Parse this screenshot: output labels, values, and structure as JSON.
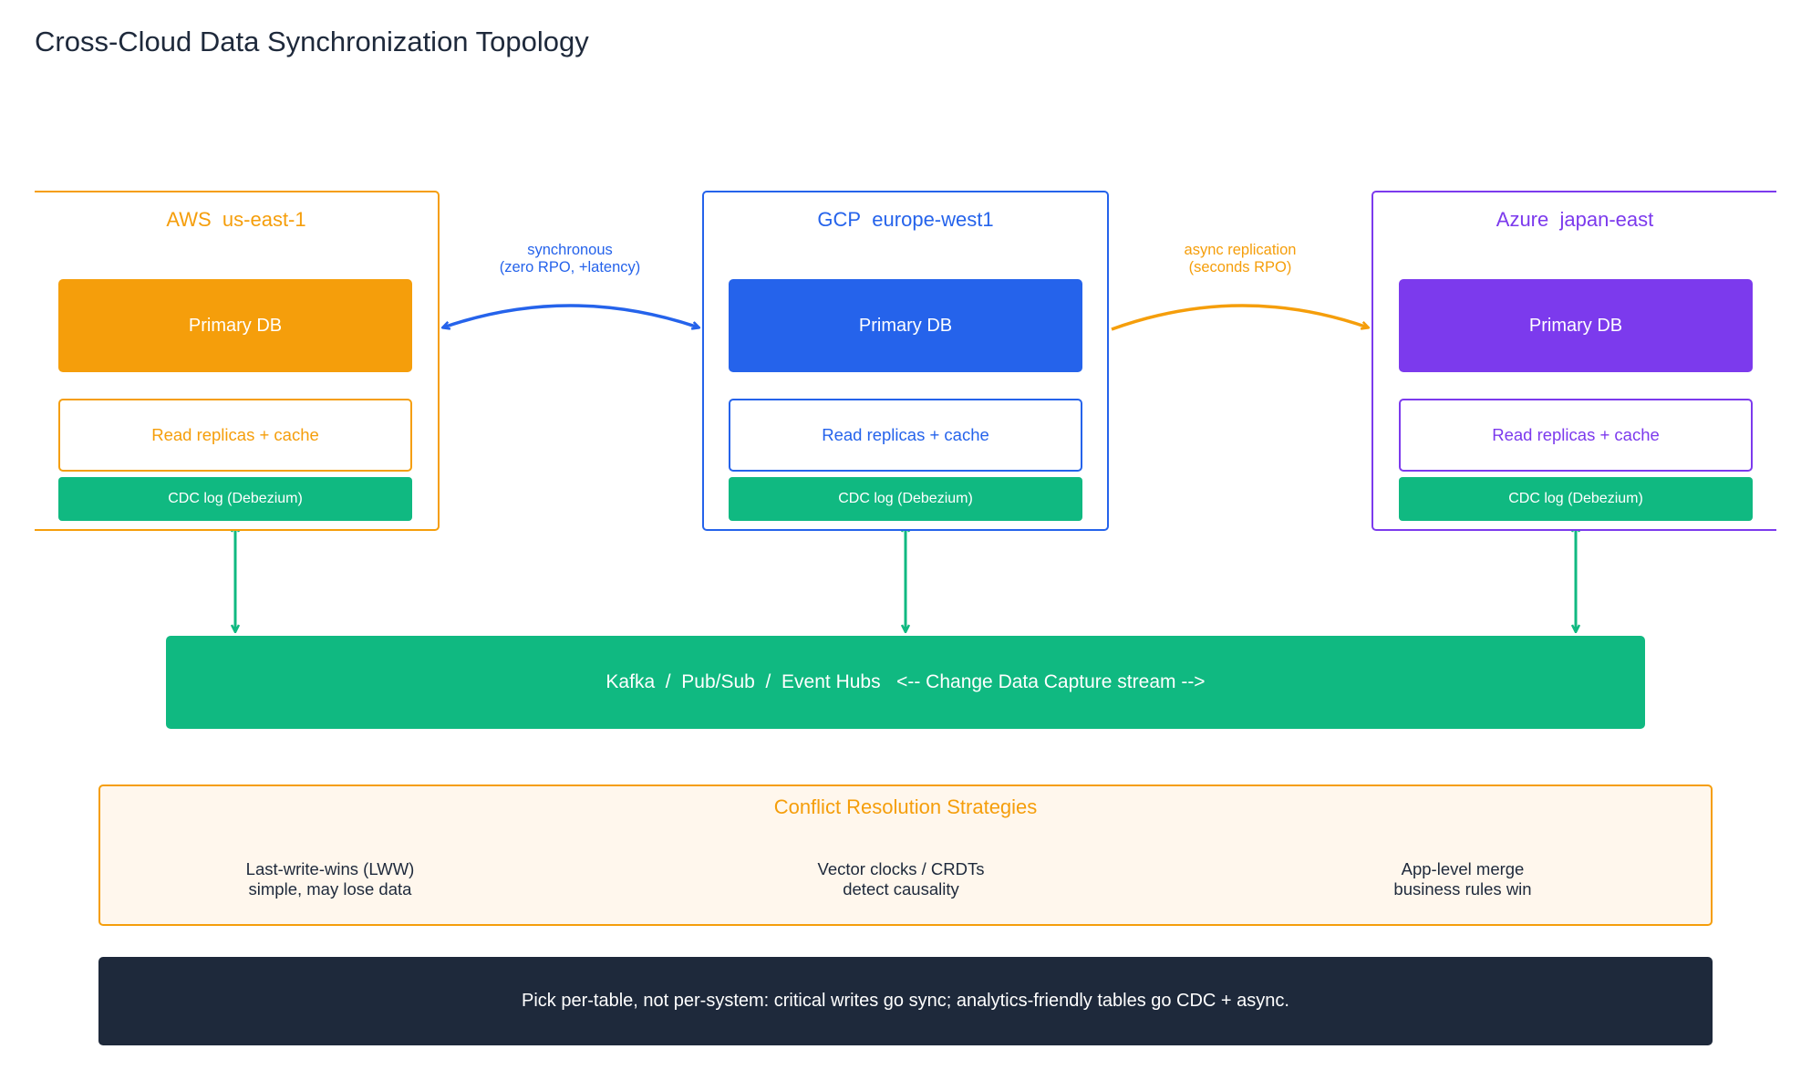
{
  "title": "Cross-Cloud Data Synchronization Topology",
  "colors": {
    "aws": "#f59e0b",
    "gcp": "#2563eb",
    "azure": "#7c3aed",
    "cdc": "#10b981",
    "dark": "#1e293b"
  },
  "regions": [
    {
      "provider": "AWS",
      "location": "us-east-1",
      "primary": "Primary DB",
      "replicas": "Read replicas + cache",
      "cdc": "CDC log (Debezium)"
    },
    {
      "provider": "GCP",
      "location": "europe-west1",
      "primary": "Primary DB",
      "replicas": "Read replicas + cache",
      "cdc": "CDC log (Debezium)"
    },
    {
      "provider": "Azure",
      "location": "japan-east",
      "primary": "Primary DB",
      "replicas": "Read replicas + cache",
      "cdc": "CDC log (Debezium)"
    }
  ],
  "links": [
    {
      "line1": "synchronous",
      "line2": "(zero RPO, +latency)"
    },
    {
      "line1": "async replication",
      "line2": "(seconds RPO)"
    }
  ],
  "bus": {
    "label": "Kafka  /  Pub/Sub  /  Event Hubs   <-- Change Data Capture stream -->"
  },
  "conflict": {
    "title": "Conflict Resolution Strategies",
    "strategies": [
      {
        "name": "Last-write-wins (LWW)",
        "note": "simple, may lose data"
      },
      {
        "name": "Vector clocks / CRDTs",
        "note": "detect causality"
      },
      {
        "name": "App-level merge",
        "note": "business rules win"
      }
    ]
  },
  "footer": {
    "text": "Pick per-table, not per-system: critical writes go sync;  analytics-friendly tables go CDC + async."
  }
}
